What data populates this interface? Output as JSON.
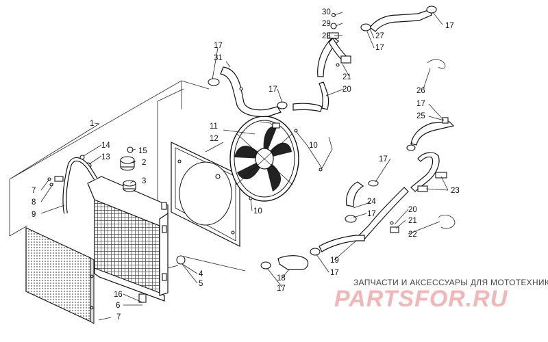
{
  "labels": {
    "l1": "1",
    "l2": "2",
    "l3": "3",
    "l4": "4",
    "l5": "5",
    "l6": "6",
    "l7a": "7",
    "l7b": "7",
    "l8": "8",
    "l9": "9",
    "l10a": "10",
    "l10b": "10",
    "l11": "11",
    "l12": "12",
    "l13": "13",
    "l14": "14",
    "l15": "15",
    "l16": "16",
    "l17a": "17",
    "l17b": "17",
    "l17c": "17",
    "l17d": "17",
    "l17e": "17",
    "l17f": "17",
    "l17g": "17",
    "l17h": "17",
    "l17i": "17",
    "l18": "18",
    "l19": "19",
    "l20a": "20",
    "l20b": "20",
    "l21a": "21",
    "l21b": "21",
    "l22": "22",
    "l23": "23",
    "l24": "24",
    "l25": "25",
    "l26": "26",
    "l27": "27",
    "l28": "28",
    "l29": "29",
    "l30": "30",
    "l31": "31"
  },
  "watermark": {
    "tagline": "ЗАПЧАСТИ И АКСЕССУАРЫ ДЛЯ МОТОТЕХНИКИ",
    "logo": "PARTSFOR.RU"
  }
}
